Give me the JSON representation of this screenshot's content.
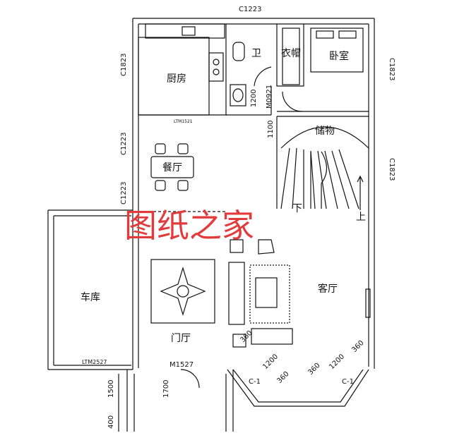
{
  "rooms": {
    "kitchen": "厨房",
    "bathroom": "卫",
    "closet": "衣帽",
    "bedroom": "卧室",
    "storage": "储物",
    "dining": "餐厅",
    "garage": "车库",
    "foyer": "门厅",
    "living": "客厅"
  },
  "stairs": {
    "down": "下",
    "up": "上"
  },
  "dimensions": {
    "top_window": "C1223",
    "left_window_kitchen": "C1823",
    "right_window_bedroom": "C1823",
    "left_window_dining_1": "C1223",
    "left_window_dining_2": "C1223",
    "right_window_stair": "C1823",
    "door_m0921": "M0921",
    "door_height_1200": "1200",
    "door_height_1100": "1100",
    "kitchen_door": "LTM1521",
    "garage_door": "LTM2527",
    "entry_door": "M1527",
    "bay_c1_left": "C-1",
    "bay_c1_right": "C-1",
    "d_1200_a": "1200",
    "d_360_a": "360",
    "d_360_b": "360",
    "d_1200_b": "1200",
    "d_360_c": "360",
    "d_360_d": "360",
    "left_1500": "1500",
    "left_400": "400",
    "left_1700": "1700"
  },
  "watermark": "图纸之家",
  "colors": {
    "line": "#111111",
    "watermark": "#e23b3b",
    "background": "#ffffff"
  }
}
